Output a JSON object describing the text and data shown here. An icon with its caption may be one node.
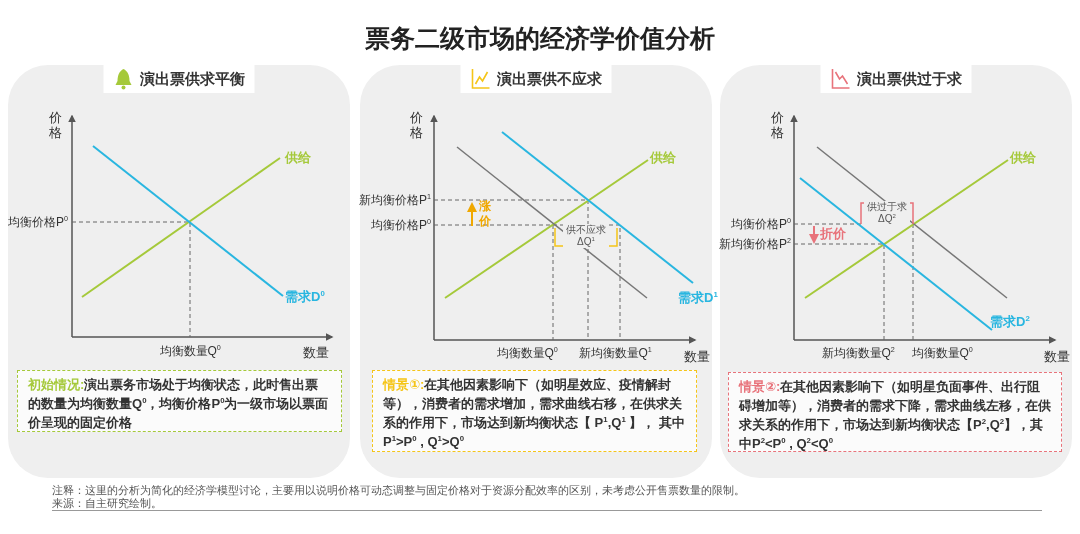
{
  "diagram": {
    "title": "票务二级市场的经济学价值分析",
    "nodes": [
      {
        "text": [
          "演出票供求平衡"
        ]
      },
      {
        "text": [
          "演出票供不应求"
        ]
      },
      {
        "text": [
          "演出票供过于求"
        ]
      },
      {
        "text": [
          "初始情况:",
          "演出票务市场处于均衡状态，此时售出票的数量为均衡数量Q$^{0}$，均衡价格P$^{0}$为一级市场以票面价呈现的固定价格"
        ],
        "in": 0
      },
      {
        "text": [
          "情景①:",
          "在其他因素影响下（如明星效应、疫情解封等），消费者的需求增加，需求曲线右移，在供求关系的作用下，市场达到新均衡状态【 P$^{1}$,Q$^{1}$ 】， 其中P$^{1}$>P$^{0}$ , Q$^{1}$>Q$^{0}$"
        ],
        "in": 1
      },
      {
        "text": [
          "情景②:",
          "在其他因素影响下（如明星负面事件、出行阻碍增加等），消费者的需求下降，需求曲线左移，在供求关系的作用下，市场达到新均衡状态【P$^{2}$,Q$^{2}$】，其中P$^{2}$<P$^{0}$ , Q$^{2}$<Q$^{0}$"
        ],
        "in": 2
      }
    ],
    "labels": [
      "价格",
      "供给",
      "均衡价格P$^{0}$",
      "需求D$^{0}$",
      "均衡数量Q$^{0}$",
      "数量",
      "价格",
      "供给",
      "新均衡价格P$^{1}$",
      "涨价",
      "均衡价格P$^{0}$",
      "供不应求 ΔQ$^{1}$",
      "需求D$^{1}$",
      "均衡数量Q$^{0}$",
      "新均衡数量Q$^{1}$",
      "数量",
      "价格",
      "供给",
      "供过于求 ΔQ$^{2}$",
      "均衡价格P$^{0}$",
      "折价",
      "新均衡价格P$^{2}$",
      "需求D$^{2}$",
      "新均衡数量Q$^{2}$",
      "均衡数量Q$^{0}$",
      "数量",
      "注释：这里的分析为简化的经济学模型讨论，主要用以说明价格可动态调整与固定价格对于资源分配效率的区别，未考虑公开售票数量的限制。",
      "来源：自主研究绘制。"
    ]
  }
}
